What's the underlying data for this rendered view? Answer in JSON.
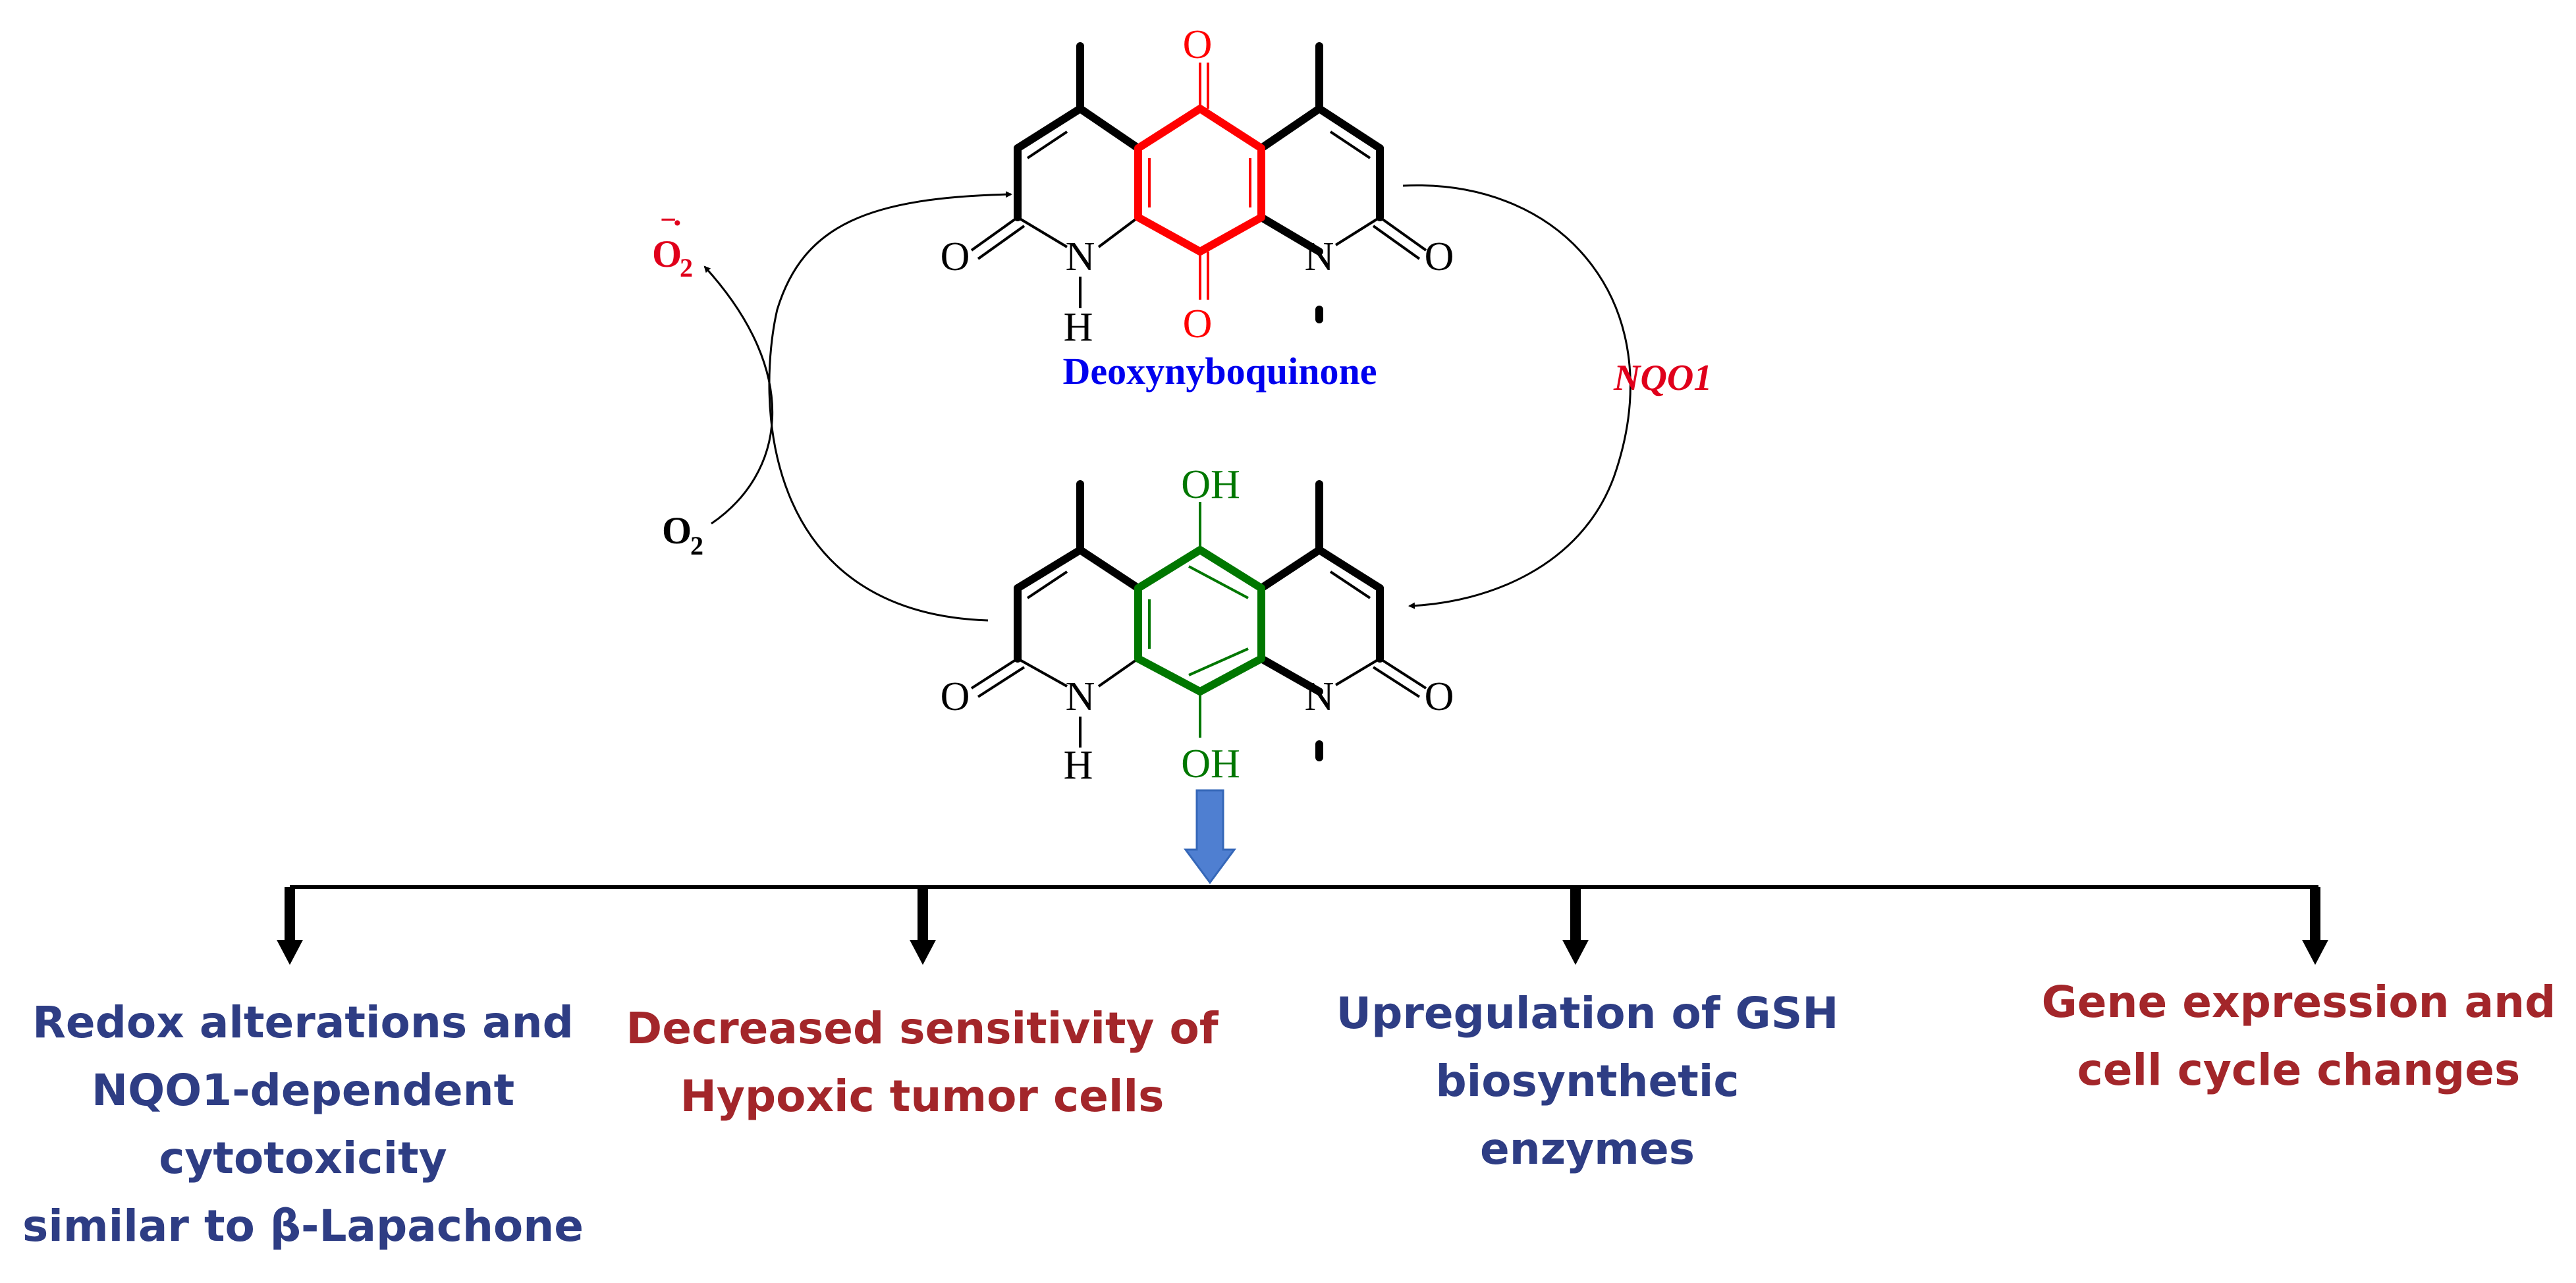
{
  "colors": {
    "quinone": "#ff0000",
    "hydroquinone": "#007700",
    "label_blue": "#0000ee",
    "label_red": "#e0001b",
    "arrow_blue": "#4f7fd1",
    "outcome_blue": "#2e3d84",
    "outcome_red": "#a3262a"
  },
  "top_molecule": {
    "name": "Deoxynyboquinone",
    "atoms": {
      "o_top": "O",
      "o_bottom": "O",
      "o_left": "O",
      "o_right": "O",
      "n_left": "N",
      "n_right": "N",
      "h_left": "H"
    }
  },
  "bottom_molecule": {
    "atoms": {
      "oh_top": "OH",
      "oh_bottom": "OH",
      "o_left": "O",
      "o_right": "O",
      "n_left": "N",
      "n_right": "N",
      "h_left": "H"
    }
  },
  "cycle": {
    "enzyme": "NQO1",
    "superoxide": {
      "symbol": "O",
      "subscript": "2",
      "charge": "−",
      "radical": "·"
    },
    "oxygen": {
      "symbol": "O",
      "subscript": "2"
    }
  },
  "outcomes": [
    {
      "lines": [
        "Redox alterations and",
        "NQO1-dependent",
        "cytotoxicity",
        "similar to β-Lapachone"
      ],
      "color": "blue"
    },
    {
      "lines": [
        "Decreased sensitivity of",
        "Hypoxic tumor cells"
      ],
      "color": "red"
    },
    {
      "lines": [
        "Upregulation of GSH",
        "biosynthetic",
        "enzymes"
      ],
      "color": "blue"
    },
    {
      "lines": [
        "Gene expression and",
        "cell cycle changes"
      ],
      "color": "red"
    }
  ]
}
